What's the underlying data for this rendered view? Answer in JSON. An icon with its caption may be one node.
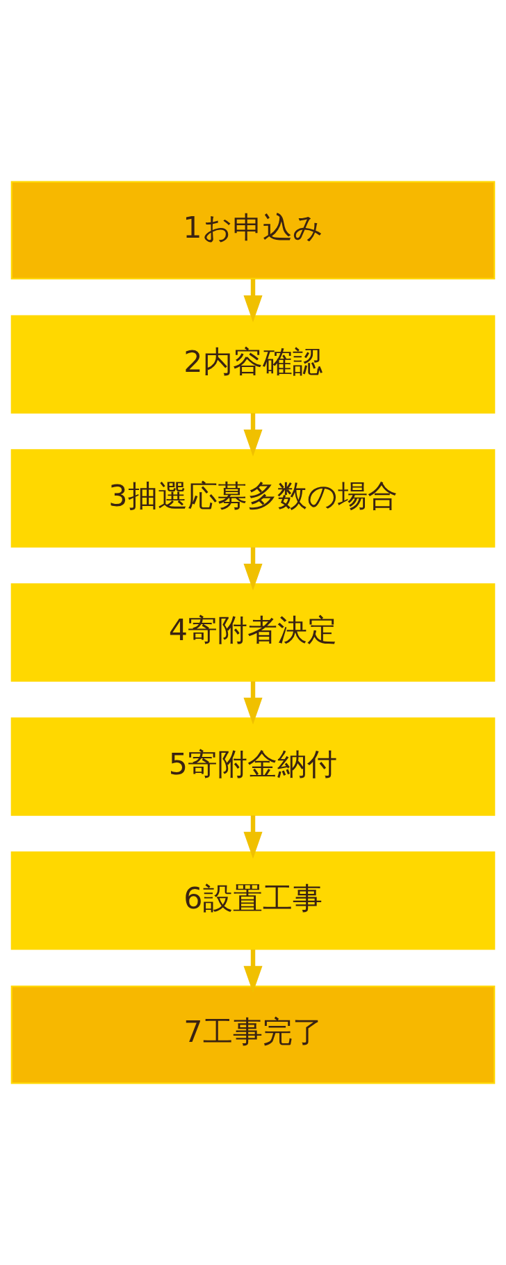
{
  "diagram": {
    "nodes": [
      {
        "text": [
          "1お申込み"
        ]
      },
      {
        "text": [
          "2内容確認"
        ]
      },
      {
        "text": [
          "3抽選応募多数の場合"
        ]
      },
      {
        "text": [
          "4寄附者決定"
        ]
      },
      {
        "text": [
          "5寄附金納付"
        ]
      },
      {
        "text": [
          "6設置工事"
        ]
      },
      {
        "text": [
          "7工事完了"
        ]
      }
    ],
    "edges": [
      {
        "from": 0,
        "to": 1,
        "arrow": "to"
      },
      {
        "from": 1,
        "to": 2,
        "arrow": "to"
      },
      {
        "from": 2,
        "to": 3,
        "arrow": "to"
      },
      {
        "from": 3,
        "to": 4,
        "arrow": "to"
      },
      {
        "from": 4,
        "to": 5,
        "arrow": "to"
      },
      {
        "from": 5,
        "to": 6,
        "arrow": "to"
      }
    ]
  }
}
